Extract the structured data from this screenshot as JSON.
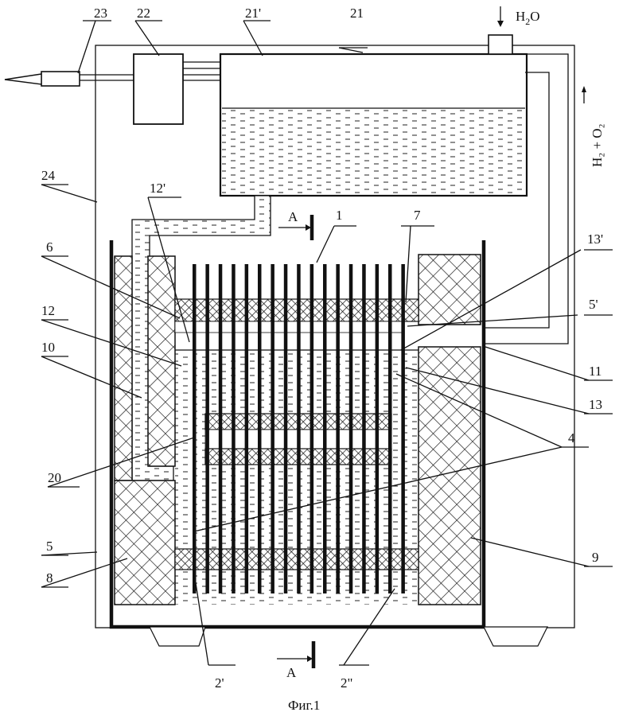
{
  "figure": {
    "caption": "Фиг.1",
    "section_mark": "A"
  },
  "labels": {
    "l1": "1",
    "l2p": "2'",
    "l2pp": "2\"",
    "l4": "4",
    "l5": "5",
    "l5p": "5'",
    "l6": "6",
    "l7": "7",
    "l8": "8",
    "l9": "9",
    "l10": "10",
    "l11": "11",
    "l12": "12",
    "l12p": "12'",
    "l13": "13",
    "l13p": "13'",
    "l20": "20",
    "l21": "21",
    "l21p": "21'",
    "l22": "22",
    "l23": "23",
    "l24": "24"
  },
  "formulas": {
    "water_main": "H",
    "water_sub": "2",
    "water_tail": "O",
    "gas_text": "H₂ + O₂"
  }
}
